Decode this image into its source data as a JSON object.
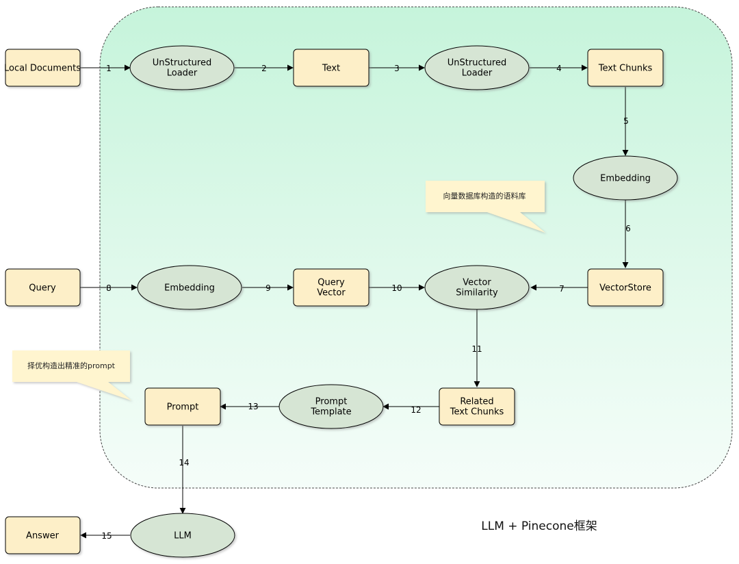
{
  "nodes": {
    "local_documents": "Local Documents",
    "loader_1": [
      "UnStructured",
      "Loader"
    ],
    "text": "Text",
    "loader_2": [
      "UnStructured",
      "Loader"
    ],
    "text_chunks": "Text Chunks",
    "embedding_1": "Embedding",
    "vectorstore": "VectorStore",
    "vector_similarity": [
      "Vector",
      "Similarity"
    ],
    "query_vector": [
      "Query",
      "Vector"
    ],
    "embedding_2": "Embedding",
    "query": "Query",
    "related_text_chunks": [
      "Related",
      "Text Chunks"
    ],
    "prompt_template": [
      "Prompt",
      "Template"
    ],
    "prompt": "Prompt",
    "llm": "LLM",
    "answer": "Answer"
  },
  "edges": [
    "1",
    "2",
    "3",
    "4",
    "5",
    "6",
    "7",
    "8",
    "9",
    "10",
    "11",
    "12",
    "13",
    "14",
    "15"
  ],
  "notes": {
    "corpus_note": "向量数据库构造的语料库",
    "prompt_note": "择优构造出精准的prompt"
  },
  "caption": "LLM + Pinecone框架",
  "colors": {
    "rect_fill": "#fdefc8",
    "ellipse_fill": "#d6e5d4",
    "region_top": "#c9f5dd",
    "region_bottom": "#f4fdf8",
    "note_fill": "#fff5cf",
    "stroke": "#000000"
  }
}
